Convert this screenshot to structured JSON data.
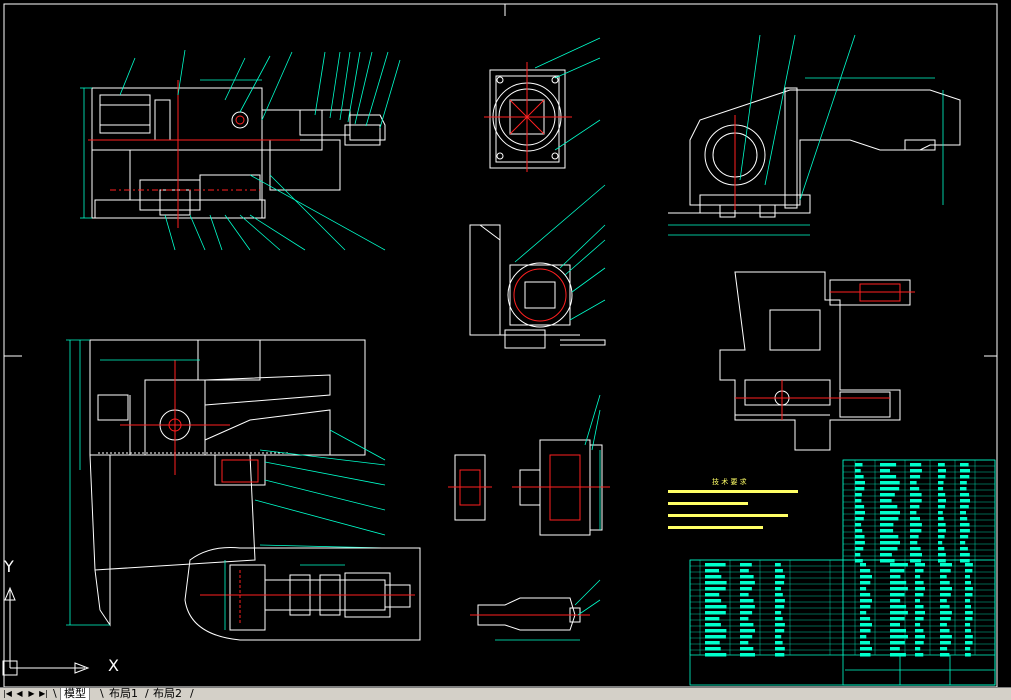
{
  "tabs": [
    {
      "label": "模型",
      "active": true
    },
    {
      "label": "布局1",
      "active": false
    },
    {
      "label": "布局2",
      "active": false
    }
  ],
  "ucs": {
    "y_label": "Y",
    "x_label": "X"
  },
  "colors": {
    "background": "#000000",
    "geometry": "#ffffff",
    "dimension": "#00ffcc",
    "centerline": "#ff2020",
    "hatch": "#ff2020",
    "leader": "#00ffcc",
    "title_block": "#00ffcc",
    "text_note": "#ffff66"
  }
}
